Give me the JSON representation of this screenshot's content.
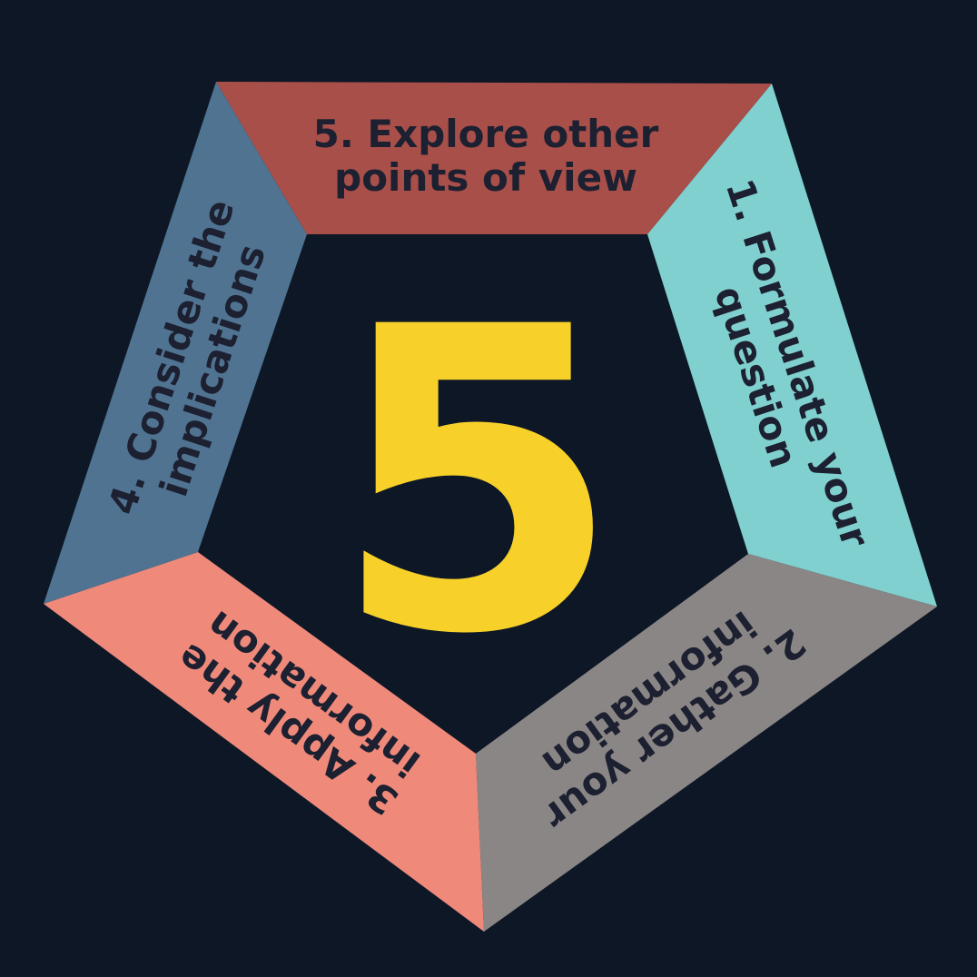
{
  "center_number": "5",
  "colors": {
    "background": "#0e1726",
    "center": "#f7d12a",
    "text": "#1c2030"
  },
  "segments": [
    {
      "lines": [
        "1. Formulate your",
        "question"
      ],
      "color": "#80d0cf"
    },
    {
      "lines": [
        "2. Gather your",
        "information"
      ],
      "color": "#8a8685"
    },
    {
      "lines": [
        "3. Apply the",
        "information"
      ],
      "color": "#ef8a7b"
    },
    {
      "lines": [
        "4. Consider the",
        "implications"
      ],
      "color": "#4f7391"
    },
    {
      "lines": [
        "5. Explore other",
        "points of view"
      ],
      "color": "#a84f4a"
    }
  ]
}
